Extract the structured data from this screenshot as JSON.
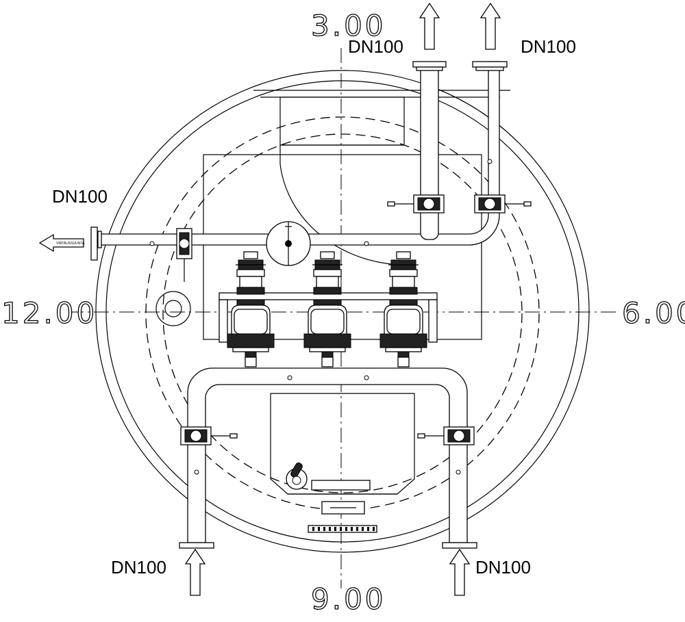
{
  "clock_labels": {
    "top": "3.00",
    "left": "12.00",
    "right": "6.00",
    "bottom": "9.00"
  },
  "pipe_labels": {
    "outlet_left": "DN100",
    "outlet_top_1": "DN100",
    "outlet_top_2": "DN100",
    "inlet_bottom_left": "DN100",
    "inlet_bottom_right": "DN100"
  },
  "arrow_text": "VIRTAUSSUUNTA",
  "colors": {
    "line": "#000000",
    "background": "#ffffff"
  }
}
